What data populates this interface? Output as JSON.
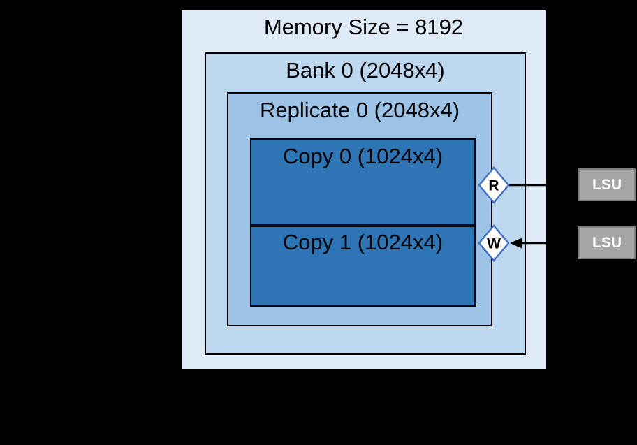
{
  "title": "Memory Size = 8192",
  "bank": {
    "label": "Bank 0 (2048x4)"
  },
  "replicate": {
    "label": "Replicate 0 (2048x4)"
  },
  "copies": [
    {
      "label": "Copy 0 (1024x4)"
    },
    {
      "label": "Copy 1 (1024x4)"
    }
  ],
  "ports": {
    "read": "R",
    "write": "W"
  },
  "lsus": [
    {
      "label": "LSU"
    },
    {
      "label": "LSU"
    }
  ],
  "colors": {
    "background": "#000000",
    "memory-fill": "#deeaf6",
    "bank-fill": "#bdd7ee",
    "replicate-fill": "#9dc3e6",
    "copy-fill": "#2e75b6",
    "line": "#000000",
    "label-text": "#000000",
    "diamond-fill": "#ffffff",
    "diamond-stroke": "#4472c4",
    "lsu-fill": "#a6a6a6",
    "lsu-border": "#7f7f7f",
    "lsu-text": "#ffffff"
  }
}
